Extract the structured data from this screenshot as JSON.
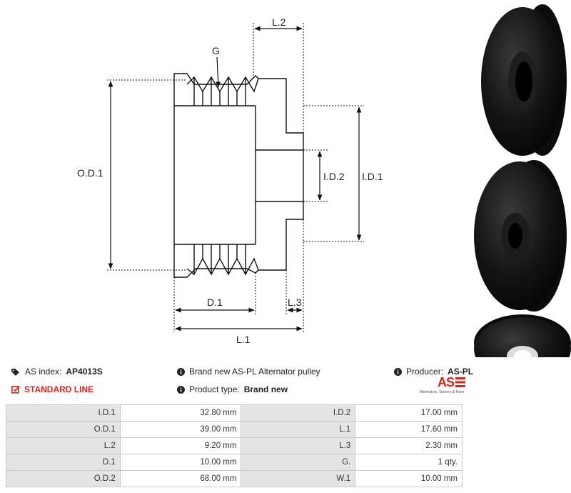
{
  "drawing": {
    "labels": {
      "l2": "L.2",
      "g": "G",
      "od1": "O.D.1",
      "id2": "I.D.2",
      "id1": "I.D.1",
      "d1": "D.1",
      "l3": "L.3",
      "l1": "L.1"
    }
  },
  "info": {
    "index_label": "AS index:",
    "index_value": "AP4013S",
    "description": "Brand new AS-PL Alternator pulley",
    "producer_label": "Producer:",
    "producer_value": "AS-PL",
    "line": "STANDARD LINE",
    "type_label": "Product type:",
    "type_value": "Brand new"
  },
  "logo": {
    "mark": "AS",
    "tagline": "Alternators, Starters & Parts"
  },
  "specs": [
    {
      "k1": "I.D.1",
      "v1": "32.80 mm",
      "k2": "I.D.2",
      "v2": "17.00 mm"
    },
    {
      "k1": "O.D.1",
      "v1": "39.00 mm",
      "k2": "L.1",
      "v2": "17.60 mm"
    },
    {
      "k1": "L.2",
      "v1": "9.20 mm",
      "k2": "L.3",
      "v2": "2.30 mm"
    },
    {
      "k1": "D.1",
      "v1": "10.00 mm",
      "k2": "G.",
      "v2": "1 qty."
    },
    {
      "k1": "O.D.2",
      "v1": "68.00 mm",
      "k2": "W.1",
      "v2": "10.00 mm"
    }
  ],
  "colors": {
    "accent": "#e2231a",
    "header_cell": "#e4e4e4",
    "border": "#c8c8c8"
  }
}
